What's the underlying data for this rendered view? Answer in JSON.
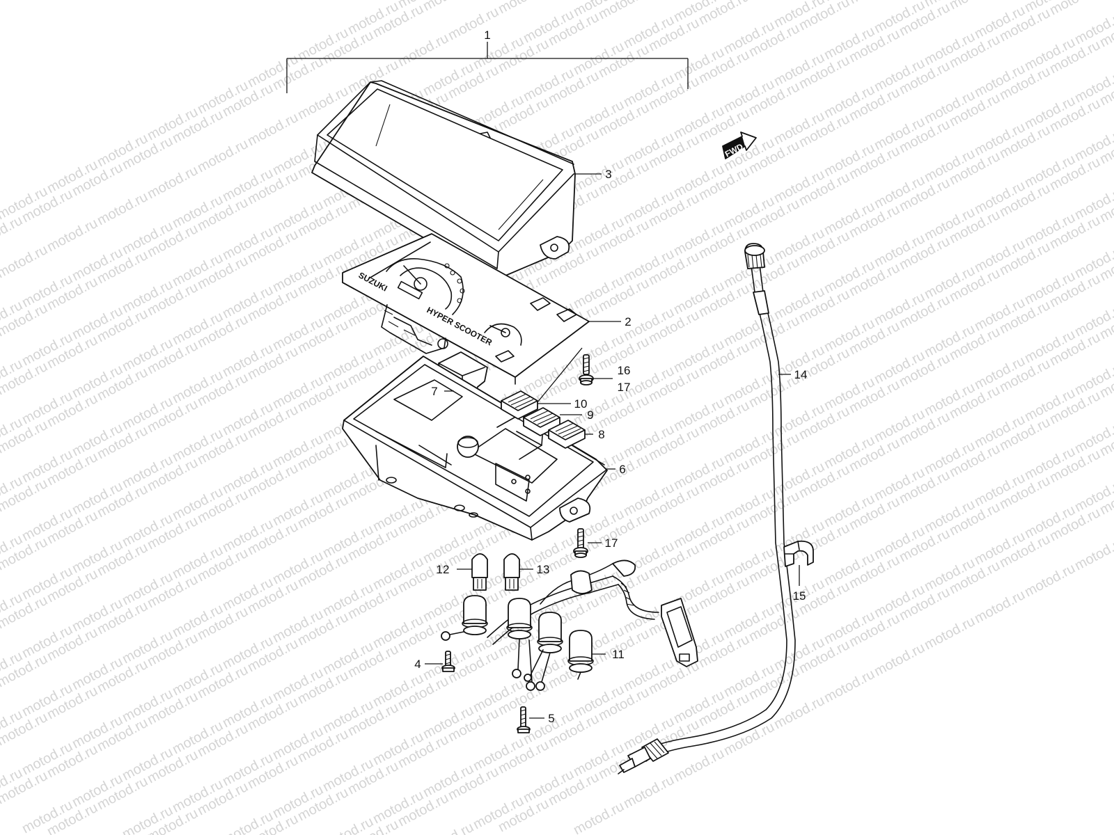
{
  "watermark": {
    "text": "motod.ru",
    "color": "#d4d4d4"
  },
  "fwd_badge": {
    "text": "FWD",
    "icon": "fwd-arrow-icon"
  },
  "meter_face": {
    "brand": "SUZUKI",
    "model": "HYPER SCOOTER"
  },
  "callouts": [
    {
      "id": "1",
      "label": "1"
    },
    {
      "id": "2",
      "label": "2"
    },
    {
      "id": "3",
      "label": "3"
    },
    {
      "id": "4",
      "label": "4"
    },
    {
      "id": "5",
      "label": "5"
    },
    {
      "id": "6",
      "label": "6"
    },
    {
      "id": "7",
      "label": "7"
    },
    {
      "id": "8",
      "label": "8"
    },
    {
      "id": "9",
      "label": "9"
    },
    {
      "id": "10",
      "label": "10"
    },
    {
      "id": "11",
      "label": "11"
    },
    {
      "id": "12",
      "label": "12"
    },
    {
      "id": "13",
      "label": "13"
    },
    {
      "id": "14",
      "label": "14"
    },
    {
      "id": "15",
      "label": "15"
    },
    {
      "id": "16",
      "label": "16"
    },
    {
      "id": "17a",
      "label": "17"
    },
    {
      "id": "17b",
      "label": "17"
    }
  ]
}
